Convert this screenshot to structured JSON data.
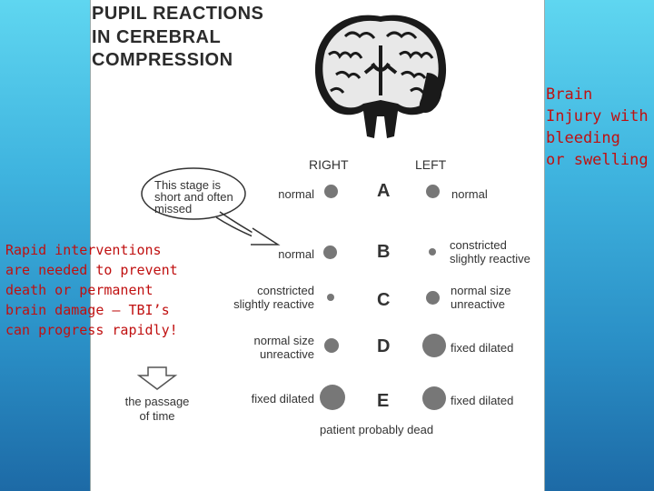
{
  "title": {
    "line1": "PUPIL REACTIONS",
    "line2": "IN CEREBRAL",
    "line3": "COMPRESSION"
  },
  "columns": {
    "right": "RIGHT",
    "left": "LEFT"
  },
  "bubble": {
    "line1": "This stage is",
    "line2": "short and often",
    "line3": "missed"
  },
  "passage": {
    "line1": "the passage",
    "line2": "of time"
  },
  "footer": "patient probably dead",
  "rows": [
    {
      "letter": "A",
      "right": [
        "normal"
      ],
      "left": [
        "normal"
      ]
    },
    {
      "letter": "B",
      "right": [
        "normal"
      ],
      "left": [
        "constricted",
        "slightly reactive"
      ]
    },
    {
      "letter": "C",
      "right": [
        "constricted",
        "slightly reactive"
      ],
      "left": [
        "normal size",
        "unreactive"
      ]
    },
    {
      "letter": "D",
      "right": [
        "normal size",
        "unreactive"
      ],
      "left": [
        "fixed dilated"
      ]
    },
    {
      "letter": "E",
      "right": [
        "fixed dilated"
      ],
      "left": [
        "fixed dilated"
      ]
    }
  ],
  "notes": {
    "right": [
      "Brain",
      "Injury with",
      "bleeding",
      "or swelling"
    ],
    "left": [
      "Rapid interventions",
      "are needed to prevent",
      "death or permanent",
      "brain damage – TBI’s",
      "can progress rapidly!"
    ]
  },
  "colors": {
    "note_text": "#c01010",
    "pupil": "#777777",
    "background_top": "#5fd6f0",
    "background_bottom": "#1d6aa6"
  }
}
